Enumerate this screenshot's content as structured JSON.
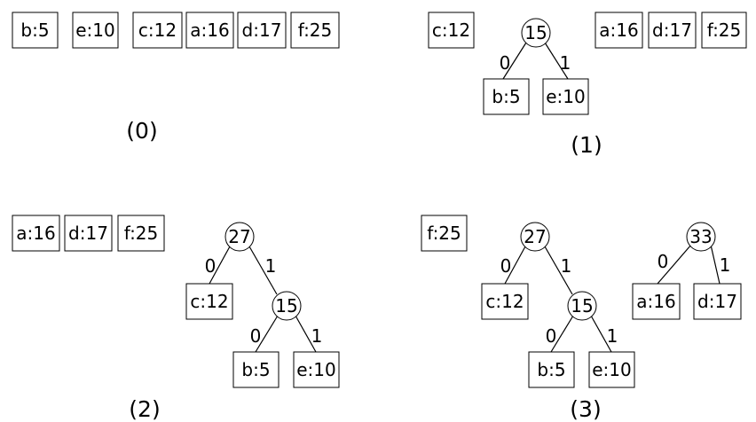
{
  "panels": [
    {
      "caption": "(0)",
      "leaves": [
        "b:5",
        "e:10",
        "c:12",
        "a:16",
        "d:17",
        "f:25"
      ],
      "trees": []
    },
    {
      "caption": "(1)",
      "leaves": [
        "c:12",
        "a:16",
        "d:17",
        "f:25"
      ],
      "trees": [
        {
          "value": "15",
          "left_edge": "0",
          "right_edge": "1",
          "left": "b:5",
          "right": "e:10"
        }
      ]
    },
    {
      "caption": "(2)",
      "leaves": [
        "a:16",
        "d:17",
        "f:25"
      ],
      "trees": [
        {
          "value": "27",
          "left_edge": "0",
          "right_edge": "1",
          "left": "c:12",
          "right": {
            "value": "15",
            "left_edge": "0",
            "right_edge": "1",
            "left": "b:5",
            "right": "e:10"
          }
        }
      ]
    },
    {
      "caption": "(3)",
      "leaves": [
        "f:25"
      ],
      "trees": [
        {
          "value": "27",
          "left_edge": "0",
          "right_edge": "1",
          "left": "c:12",
          "right": {
            "value": "15",
            "left_edge": "0",
            "right_edge": "1",
            "left": "b:5",
            "right": "e:10"
          }
        },
        {
          "value": "33",
          "left_edge": "0",
          "right_edge": "1",
          "left": "a:16",
          "right": "d:17"
        }
      ]
    }
  ]
}
